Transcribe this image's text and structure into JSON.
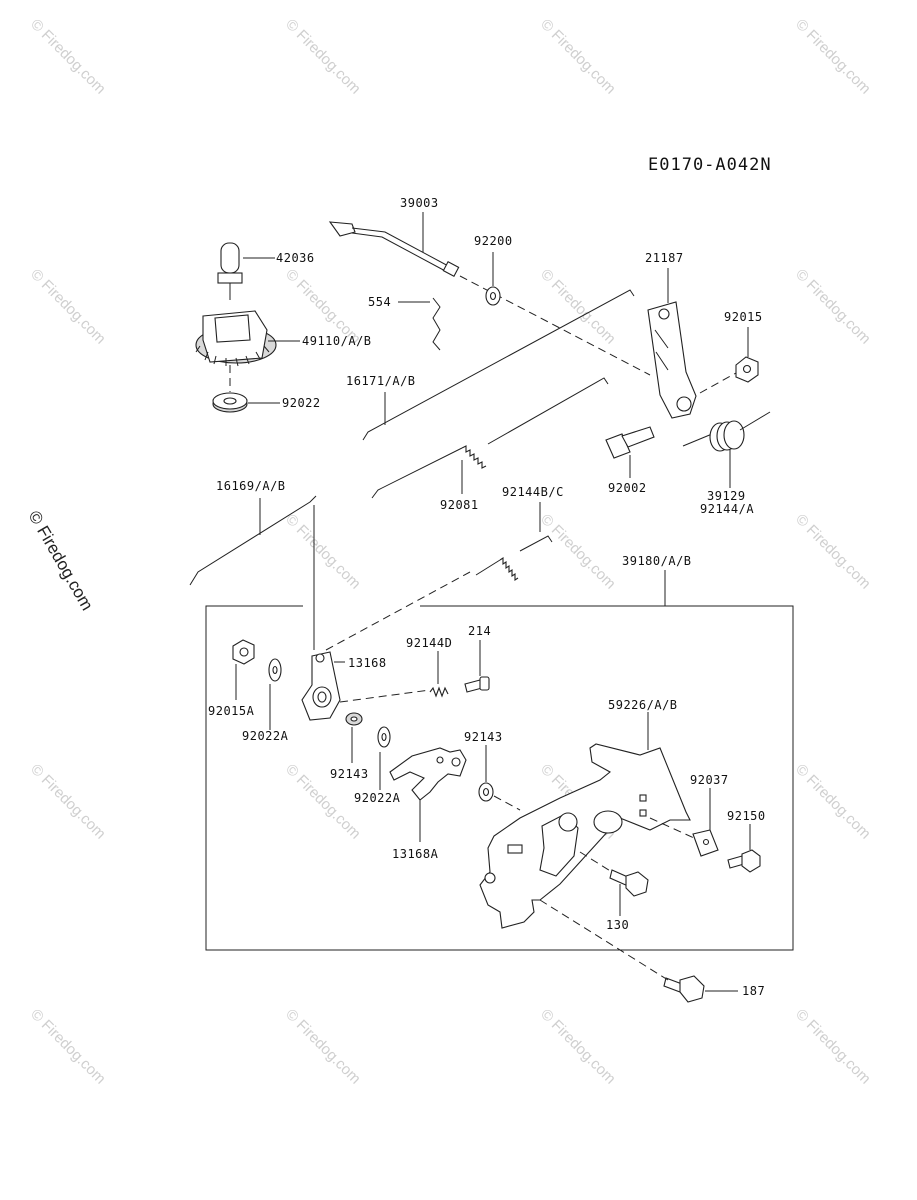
{
  "diagram": {
    "reference_code": "E0170-A042N",
    "watermark_text": "© Firedog.com",
    "side_watermark": "© Firedog.com",
    "parts": [
      {
        "id": "39003",
        "label": "39003"
      },
      {
        "id": "92200",
        "label": "92200"
      },
      {
        "id": "21187",
        "label": "21187"
      },
      {
        "id": "42036",
        "label": "42036"
      },
      {
        "id": "554",
        "label": "554"
      },
      {
        "id": "49110",
        "label": "49110/A/B"
      },
      {
        "id": "92015",
        "label": "92015"
      },
      {
        "id": "16171",
        "label": "16171/A/B"
      },
      {
        "id": "92022",
        "label": "92022"
      },
      {
        "id": "92081",
        "label": "92081"
      },
      {
        "id": "92002",
        "label": "92002"
      },
      {
        "id": "39129",
        "label": "39129"
      },
      {
        "id": "92144A",
        "label": "92144/A"
      },
      {
        "id": "16169",
        "label": "16169/A/B"
      },
      {
        "id": "92144BC",
        "label": "92144B/C"
      },
      {
        "id": "39180",
        "label": "39180/A/B"
      },
      {
        "id": "214",
        "label": "214"
      },
      {
        "id": "92144D",
        "label": "92144D"
      },
      {
        "id": "13168",
        "label": "13168"
      },
      {
        "id": "92015A",
        "label": "92015A"
      },
      {
        "id": "92022A_1",
        "label": "92022A"
      },
      {
        "id": "59226",
        "label": "59226/A/B"
      },
      {
        "id": "92143_1",
        "label": "92143"
      },
      {
        "id": "92143_2",
        "label": "92143"
      },
      {
        "id": "92022A_2",
        "label": "92022A"
      },
      {
        "id": "92037",
        "label": "92037"
      },
      {
        "id": "92150",
        "label": "92150"
      },
      {
        "id": "13168A",
        "label": "13168A"
      },
      {
        "id": "130",
        "label": "130"
      },
      {
        "id": "187",
        "label": "187"
      }
    ]
  }
}
